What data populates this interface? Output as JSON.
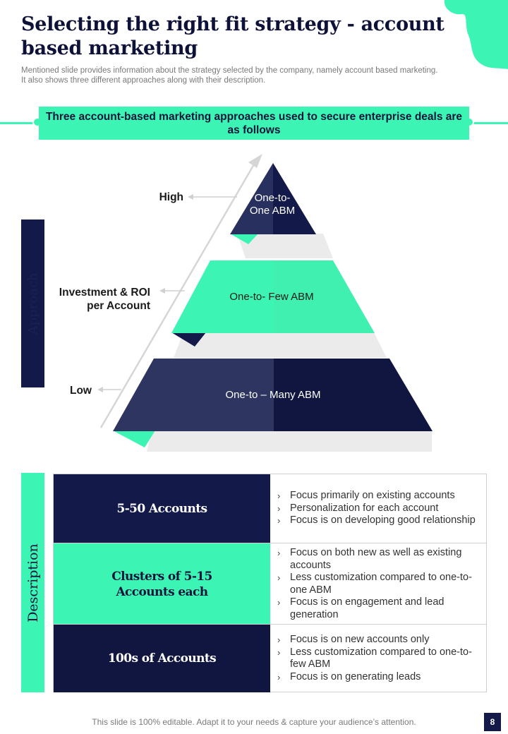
{
  "header": {
    "title": "Selecting the right fit strategy - account based marketing",
    "subtitle": "Mentioned slide provides information about the strategy selected by the company, namely account based marketing. It also shows three different approaches along with their description."
  },
  "banner": {
    "text": "Three account-based marketing approaches used to secure enterprise deals are as follows"
  },
  "pyramid": {
    "axis_labels": {
      "high": "High",
      "middle": "Investment & ROI per Account",
      "low": "Low"
    },
    "side_label": "Approach",
    "tiers": [
      {
        "label": "One-to- One ABM"
      },
      {
        "label": "One-to-  Few ABM"
      },
      {
        "label": "One-to – Many ABM"
      }
    ]
  },
  "description": {
    "side_label": "Description",
    "rows": [
      {
        "title": "5-50 Accounts",
        "bullets": [
          "Focus primarily on existing accounts",
          "Personalization for each account",
          "Focus is on developing good relationship"
        ]
      },
      {
        "title": "Clusters of 5-15 Accounts each",
        "bullets": [
          "Focus on both new as well as existing accounts",
          "Less customization compared to one-to-one ABM",
          "Focus is on engagement and lead generation"
        ]
      },
      {
        "title": "100s of Accounts",
        "bullets": [
          "Focus is on new accounts only",
          "Less customization compared to one-to-few ABM",
          "Focus is on generating leads"
        ]
      }
    ]
  },
  "footer": {
    "text": "This slide is 100% editable. Adapt it to your needs & capture your audience’s attention.",
    "page_number": "8"
  },
  "colors": {
    "navy": "#131a4a",
    "mint": "#3cf5b4",
    "gray": "#ebebeb"
  }
}
